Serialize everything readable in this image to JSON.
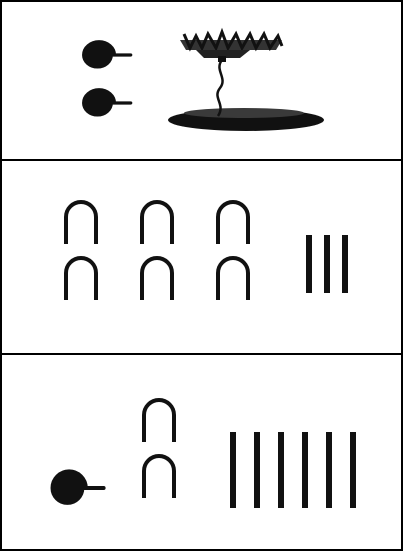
{
  "panels": [
    {
      "id": "top",
      "glyphs": [
        {
          "name": "coil-icon",
          "count": 2
        },
        {
          "name": "lotus-plant-icon",
          "count": 1
        }
      ]
    },
    {
      "id": "middle",
      "glyphs": [
        {
          "name": "heel-bone-arch-icon",
          "count": 6
        },
        {
          "name": "stroke-icon",
          "count": 3
        }
      ]
    },
    {
      "id": "bottom",
      "glyphs": [
        {
          "name": "coil-icon",
          "count": 1
        },
        {
          "name": "heel-bone-arch-icon",
          "count": 2
        },
        {
          "name": "stroke-icon",
          "count": 6
        }
      ]
    }
  ],
  "colors": {
    "ink": "#111111",
    "border": "#000000",
    "background": "#ffffff"
  }
}
